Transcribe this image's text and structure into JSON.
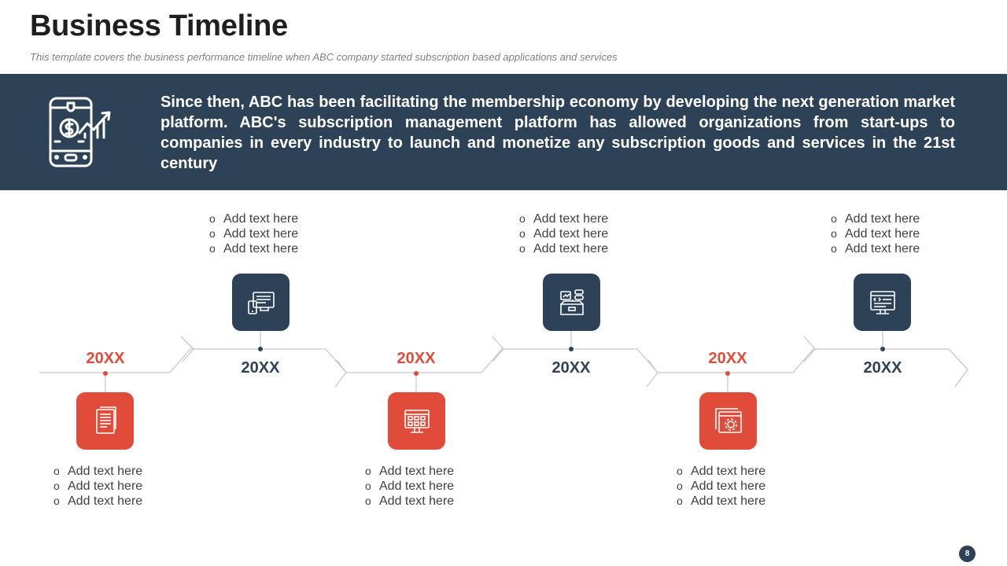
{
  "header": {
    "title": "Business Timeline",
    "subtitle": "This template covers the business performance timeline when ABC company started subscription based applications and services"
  },
  "banner": {
    "icon": "mobile-finance-growth-icon",
    "text": "Since then, ABC has been facilitating the membership economy by developing the next generation market platform. ABC's subscription management platform has allowed organizations from start-ups to companies in every industry to launch and monetize any subscription goods and services in the 21st century"
  },
  "colors": {
    "navy": "#2d4157",
    "red": "#e04b3a",
    "line": "#c8c8c8"
  },
  "milestones": [
    {
      "year": "20XX",
      "icon": "document-icon",
      "bullets": [
        "Add text here",
        "Add text here",
        "Add text here"
      ]
    },
    {
      "year": "20XX",
      "icon": "devices-icon",
      "bullets": [
        "Add text here",
        "Add text here",
        "Add text here"
      ]
    },
    {
      "year": "20XX",
      "icon": "monitor-dashboard-icon",
      "bullets": [
        "Add text here",
        "Add text here",
        "Add text here"
      ]
    },
    {
      "year": "20XX",
      "icon": "analytics-box-icon",
      "bullets": [
        "Add text here",
        "Add text here",
        "Add text here"
      ]
    },
    {
      "year": "20XX",
      "icon": "settings-window-icon",
      "bullets": [
        "Add text here",
        "Add text here",
        "Add text here"
      ]
    },
    {
      "year": "20XX",
      "icon": "code-monitor-icon",
      "bullets": [
        "Add text here",
        "Add text here",
        "Add text here"
      ]
    }
  ],
  "page_number": "8"
}
